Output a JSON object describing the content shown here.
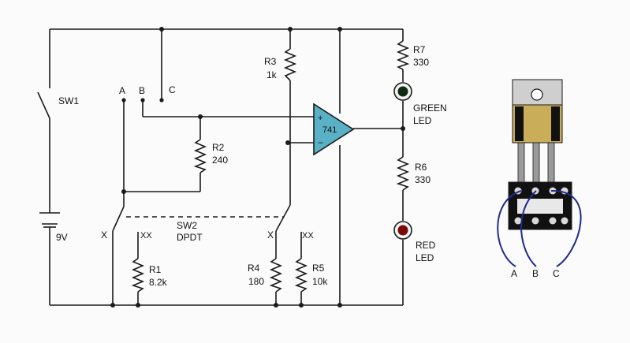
{
  "circuit": {
    "sw1": "SW1",
    "battery": "9V",
    "r7": {
      "name": "R7",
      "value": "330"
    },
    "r3": {
      "name": "R3",
      "value": "1k"
    },
    "r2": {
      "name": "R2",
      "value": "240"
    },
    "r6": {
      "name": "R6",
      "value": "330"
    },
    "r1": {
      "name": "R1",
      "value": "8.2k"
    },
    "r4": {
      "name": "R4",
      "value": "180"
    },
    "r5": {
      "name": "R5",
      "value": "10k"
    },
    "opamp": {
      "label": "741",
      "plus": "+",
      "minus": "−"
    },
    "green_led": {
      "line1": "GREEN",
      "line2": "LED"
    },
    "red_led": {
      "line1": "RED",
      "line2": "LED"
    },
    "sw2": {
      "line1": "SW2",
      "line2": "DPDT"
    },
    "terminals": {
      "a": "A",
      "b": "B",
      "c": "C"
    },
    "contact_x_left": "X",
    "contact_xx_left": "XX",
    "contact_x_right": "X",
    "contact_xx_right": "XX"
  },
  "component_view": {
    "pins": {
      "a": "A",
      "b": "B",
      "c": "C"
    }
  },
  "colors": {
    "wire": "#1a1a1a",
    "opamp_fill": "#5ab0c4",
    "green_led": "#0e2a12",
    "red_led": "#7a0a0a",
    "package_gold": "#c9ad58",
    "tab_gray": "#cfcfcf",
    "lead_wire": "#1f2a8c",
    "socket_black": "#111111"
  }
}
